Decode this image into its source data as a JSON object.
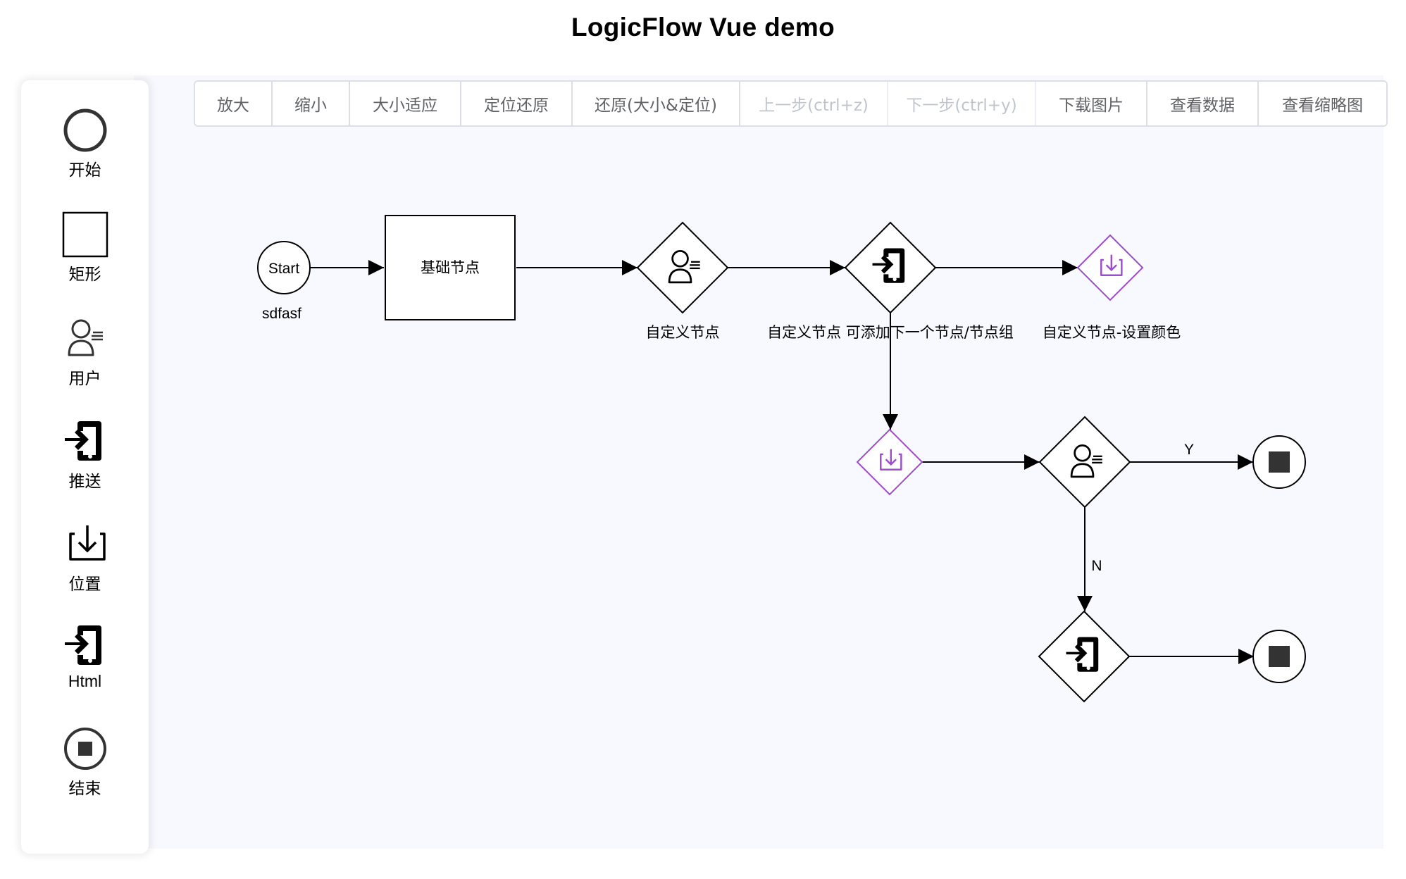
{
  "title": "LogicFlow Vue demo",
  "toolbar": {
    "buttons": [
      {
        "label": "放大",
        "disabled": false
      },
      {
        "label": "缩小",
        "disabled": false
      },
      {
        "label": "大小适应",
        "disabled": false
      },
      {
        "label": "定位还原",
        "disabled": false
      },
      {
        "label": "还原(大小&定位)",
        "disabled": false
      },
      {
        "label": "上一步(ctrl+z)",
        "disabled": true
      },
      {
        "label": "下一步(ctrl+y)",
        "disabled": true
      },
      {
        "label": "下载图片",
        "disabled": false
      },
      {
        "label": "查看数据",
        "disabled": false
      },
      {
        "label": "查看缩略图",
        "disabled": false
      }
    ]
  },
  "sidebar": {
    "items": [
      {
        "label": "开始",
        "icon": "circle-icon"
      },
      {
        "label": "矩形",
        "icon": "rectangle-icon"
      },
      {
        "label": "用户",
        "icon": "user-icon"
      },
      {
        "label": "推送",
        "icon": "push-icon"
      },
      {
        "label": "位置",
        "icon": "download-icon"
      },
      {
        "label": "Html",
        "icon": "push-icon"
      },
      {
        "label": "结束",
        "icon": "end-icon"
      }
    ]
  },
  "colors": {
    "purple": "#9b4dca",
    "canvas_bg": "#f7f9ff",
    "end_fill": "#333333"
  },
  "diagram": {
    "nodes": [
      {
        "id": "start",
        "type": "start",
        "text": "Start",
        "label": "sdfasf"
      },
      {
        "id": "rect",
        "type": "rect",
        "text": "基础节点"
      },
      {
        "id": "user1",
        "type": "user",
        "label": "自定义节点"
      },
      {
        "id": "push1",
        "type": "push",
        "label": "自定义节点 可添加下一个节点/节点组"
      },
      {
        "id": "download1",
        "type": "download",
        "label": "自定义节点-设置颜色"
      },
      {
        "id": "download2",
        "type": "download"
      },
      {
        "id": "user2",
        "type": "user"
      },
      {
        "id": "end1",
        "type": "end"
      },
      {
        "id": "push2",
        "type": "push"
      },
      {
        "id": "end2",
        "type": "end"
      }
    ],
    "edges": [
      {
        "from": "start",
        "to": "rect"
      },
      {
        "from": "rect",
        "to": "user1"
      },
      {
        "from": "user1",
        "to": "push1"
      },
      {
        "from": "push1",
        "to": "download1"
      },
      {
        "from": "push1",
        "to": "download2"
      },
      {
        "from": "download2",
        "to": "user2"
      },
      {
        "from": "user2",
        "to": "end1",
        "label": "Y"
      },
      {
        "from": "user2",
        "to": "push2",
        "label": "N"
      },
      {
        "from": "push2",
        "to": "end2"
      }
    ]
  }
}
